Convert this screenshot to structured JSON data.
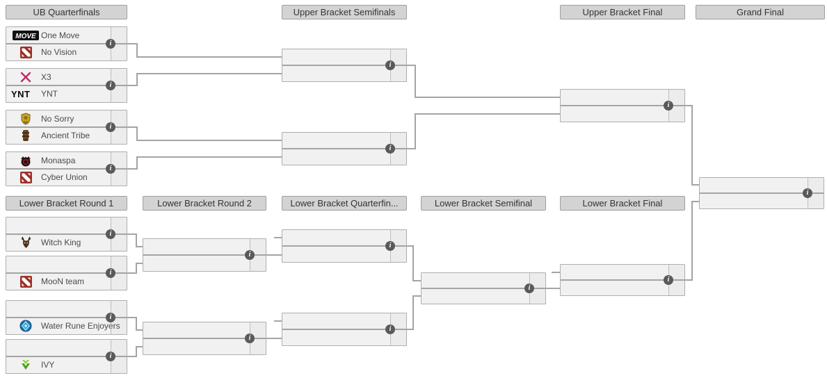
{
  "bracket": {
    "headers": [
      {
        "id": "ub-quarterfinals",
        "label": "UB Quarterfinals"
      },
      {
        "id": "upper-bracket-semifinals",
        "label": "Upper Bracket Semifinals"
      },
      {
        "id": "upper-bracket-final",
        "label": "Upper Bracket Final"
      },
      {
        "id": "grand-final",
        "label": "Grand Final"
      },
      {
        "id": "lower-bracket-round-1",
        "label": "Lower Bracket Round 1"
      },
      {
        "id": "lower-bracket-round-2",
        "label": "Lower Bracket Round 2"
      },
      {
        "id": "lower-bracket-quarterfinals",
        "label": "Lower Bracket Quarterfin..."
      },
      {
        "id": "lower-bracket-semifinal",
        "label": "Lower Bracket Semifinal"
      },
      {
        "id": "lower-bracket-final",
        "label": "Lower Bracket Final"
      }
    ],
    "matches": [
      {
        "id": "ubqf1",
        "slots": [
          {
            "name": "One Move",
            "logo": "move"
          },
          {
            "name": "No Vision",
            "logo": "dota"
          }
        ]
      },
      {
        "id": "ubqf2",
        "slots": [
          {
            "name": "X3",
            "logo": "x3"
          },
          {
            "name": "YNT",
            "logo": "ynt"
          }
        ]
      },
      {
        "id": "ubqf3",
        "slots": [
          {
            "name": "No Sorry",
            "logo": "crest"
          },
          {
            "name": "Ancient Tribe",
            "logo": "totem"
          }
        ]
      },
      {
        "id": "ubqf4",
        "slots": [
          {
            "name": "Monaspa",
            "logo": "bat"
          },
          {
            "name": "Cyber Union",
            "logo": "dota"
          }
        ]
      },
      {
        "id": "ubsf1",
        "slots": [
          {
            "name": "",
            "logo": ""
          },
          {
            "name": "",
            "logo": ""
          }
        ]
      },
      {
        "id": "ubsf2",
        "slots": [
          {
            "name": "",
            "logo": ""
          },
          {
            "name": "",
            "logo": ""
          }
        ]
      },
      {
        "id": "ubf",
        "slots": [
          {
            "name": "",
            "logo": ""
          },
          {
            "name": "",
            "logo": ""
          }
        ]
      },
      {
        "id": "gf",
        "slots": [
          {
            "name": "",
            "logo": ""
          },
          {
            "name": "",
            "logo": ""
          }
        ]
      },
      {
        "id": "lbr1a",
        "slots": [
          {
            "name": "",
            "logo": ""
          },
          {
            "name": "Witch King",
            "logo": "deer"
          }
        ]
      },
      {
        "id": "lbr1b",
        "slots": [
          {
            "name": "",
            "logo": ""
          },
          {
            "name": "MooN team",
            "logo": "dota"
          }
        ]
      },
      {
        "id": "lbr1c",
        "slots": [
          {
            "name": "",
            "logo": ""
          },
          {
            "name": "Water Rune Enjoyers",
            "logo": "water"
          }
        ]
      },
      {
        "id": "lbr1d",
        "slots": [
          {
            "name": "",
            "logo": ""
          },
          {
            "name": "IVY",
            "logo": "ivy"
          }
        ]
      },
      {
        "id": "lbr2a",
        "slots": [
          {
            "name": "",
            "logo": ""
          },
          {
            "name": "",
            "logo": ""
          }
        ]
      },
      {
        "id": "lbr2b",
        "slots": [
          {
            "name": "",
            "logo": ""
          },
          {
            "name": "",
            "logo": ""
          }
        ]
      },
      {
        "id": "lbqf1",
        "slots": [
          {
            "name": "",
            "logo": ""
          },
          {
            "name": "",
            "logo": ""
          }
        ]
      },
      {
        "id": "lbqf2",
        "slots": [
          {
            "name": "",
            "logo": ""
          },
          {
            "name": "",
            "logo": ""
          }
        ]
      },
      {
        "id": "lbsf",
        "slots": [
          {
            "name": "",
            "logo": ""
          },
          {
            "name": "",
            "logo": ""
          }
        ]
      },
      {
        "id": "lbf",
        "slots": [
          {
            "name": "",
            "logo": ""
          },
          {
            "name": "",
            "logo": ""
          }
        ]
      }
    ]
  },
  "icons": {
    "info": "i"
  },
  "colors": {
    "header_bg": "#d3d3d3",
    "match_bg": "#f1f1f1",
    "score_col_bg": "#ececec",
    "border": "#aeaeae",
    "connector": "#a4a4a4",
    "info_icon_bg": "#5a5a5a",
    "header_text": "#333333",
    "team_text": "#4a4a4a",
    "logo_move_bg": "#111111",
    "logo_dota_red": "#9e3026",
    "logo_x3_pink": "#c2276b",
    "logo_crest_gold": "#c9a227",
    "logo_totem_brown": "#6e4a26",
    "logo_bat_maroon": "#7a1f1f",
    "logo_water_blue": "#1873ae",
    "logo_ivy_green": "#47a21c"
  }
}
